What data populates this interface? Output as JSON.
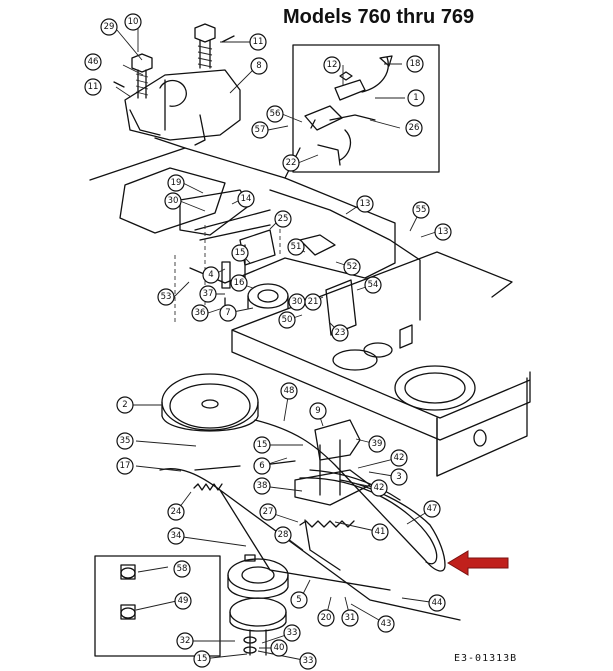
{
  "header": {
    "title": "Models 760 thru 769"
  },
  "footer": {
    "drawing_number": "E3-01313B"
  },
  "indicator": {
    "color": "#c0201c"
  },
  "callouts": [
    "29",
    "10",
    "11",
    "46",
    "11",
    "8",
    "12",
    "18",
    "1",
    "56",
    "57",
    "26",
    "22",
    "19",
    "30",
    "14",
    "25",
    "13",
    "55",
    "13",
    "51",
    "52",
    "15",
    "4",
    "16",
    "54",
    "53",
    "37",
    "36",
    "7",
    "50",
    "30",
    "21",
    "23",
    "2",
    "48",
    "9",
    "35",
    "15",
    "39",
    "17",
    "6",
    "42",
    "3",
    "42",
    "38",
    "47",
    "24",
    "27",
    "41",
    "28",
    "34",
    "58",
    "5",
    "49",
    "44",
    "20",
    "31",
    "43",
    "32",
    "33",
    "40",
    "15",
    "33"
  ]
}
